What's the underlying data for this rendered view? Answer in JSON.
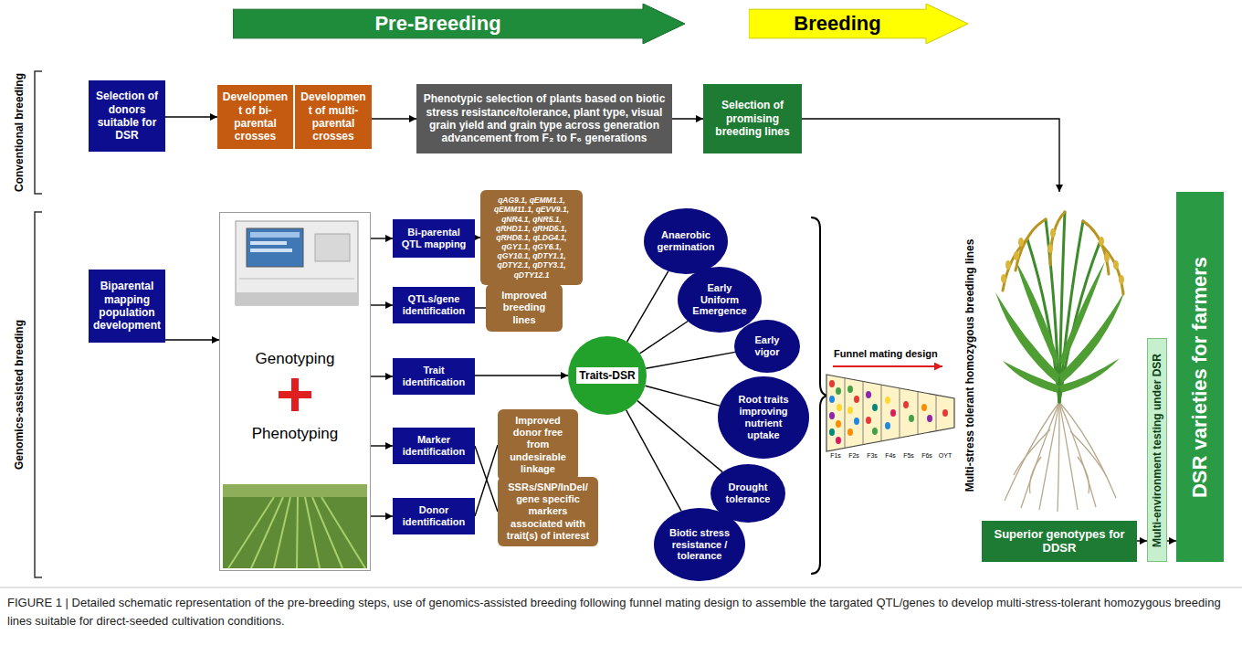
{
  "diagram": {
    "caption": "FIGURE 1 | Detailed schematic representation of the pre-breeding steps, use of genomics-assisted breeding following funnel mating design to assemble the targated QTL/genes to develop multi-stress-tolerant homozygous breeding lines suitable for direct-seeded cultivation conditions.",
    "nodes": [
      {
        "text": [
          "Pre-Breeding"
        ]
      },
      {
        "text": [
          "Breeding"
        ]
      },
      {
        "text": [
          "Selection of donors suitable for DSR"
        ]
      },
      {
        "text": [
          "Development of bi-parental crosses"
        ]
      },
      {
        "text": [
          "Development of multi-parental crosses"
        ]
      },
      {
        "text": [
          "Phenotypic selection of plants based on biotic stress resistance/tolerance, plant type, visual grain yield and grain type across generation advancement from F₂ to F₆ generations"
        ]
      },
      {
        "text": [
          "Selection of promising breeding lines"
        ]
      },
      {
        "text": [
          "Biparental mapping population development"
        ]
      },
      {
        "text": [
          "Genotyping",
          "Phenotyping"
        ]
      },
      {
        "text": [
          "Bi-parental QTL mapping"
        ]
      },
      {
        "text": [
          "qAG9.1, qEMM1.1, qEMM11.1, qEVV9.1, qNR4.1, qNR5.1, qRHD1.1, qRHD5.1, qRHD8.1, qLDG4.1, qGY1.1, qGY6.1, qGY10.1, qDTY1.1, qDTY2.1, qDTY3.1, qDTY12.1"
        ]
      },
      {
        "text": [
          "QTLs/gene identification"
        ]
      },
      {
        "text": [
          "Improved breeding lines"
        ]
      },
      {
        "text": [
          "Trait identification"
        ]
      },
      {
        "text": [
          "Traits-DSR"
        ]
      },
      {
        "text": [
          "Marker identification"
        ]
      },
      {
        "text": [
          "Improved donor free from undesirable linkage"
        ]
      },
      {
        "text": [
          "Donor identification"
        ]
      },
      {
        "text": [
          "SSRs/SNP/InDel/ gene specific markers associated with trait(s) of interest"
        ]
      },
      {
        "text": [
          "Anaerobic germination"
        ]
      },
      {
        "text": [
          "Early Uniform Emergence"
        ]
      },
      {
        "text": [
          "Early vigor"
        ]
      },
      {
        "text": [
          "Root traits improving nutrient uptake"
        ]
      },
      {
        "text": [
          "Drought tolerance"
        ]
      },
      {
        "text": [
          "Biotic stress resistance / tolerance"
        ]
      },
      {
        "text": [
          "Superior genotypes for DDSR"
        ]
      },
      {
        "text": [
          "Multi-environment testing under DSR"
        ]
      },
      {
        "text": [
          "DSR varieties for farmers"
        ]
      }
    ],
    "edges": [
      {
        "from": 2,
        "to": 3,
        "arrow": "to"
      },
      {
        "from": 4,
        "to": 5,
        "arrow": "to"
      },
      {
        "from": 5,
        "to": 6,
        "arrow": "to"
      },
      {
        "from": 6,
        "to": 25,
        "arrow": "to"
      },
      {
        "from": 7,
        "to": 8,
        "arrow": "to"
      },
      {
        "from": 8,
        "to": 9,
        "arrow": "to"
      },
      {
        "from": 8,
        "to": 11,
        "arrow": "to"
      },
      {
        "from": 8,
        "to": 13,
        "arrow": "to"
      },
      {
        "from": 8,
        "to": 15,
        "arrow": "to"
      },
      {
        "from": 8,
        "to": 17,
        "arrow": "to"
      },
      {
        "from": 9,
        "to": 10,
        "arrow": "to"
      },
      {
        "from": 11,
        "to": 12,
        "arrow": "none"
      },
      {
        "from": 13,
        "to": 14,
        "arrow": "to"
      },
      {
        "from": 15,
        "to": 18,
        "arrow": "none"
      },
      {
        "from": 17,
        "to": 16,
        "arrow": "none"
      },
      {
        "from": 14,
        "to": 19,
        "arrow": "none"
      },
      {
        "from": 14,
        "to": 20,
        "arrow": "none"
      },
      {
        "from": 14,
        "to": 21,
        "arrow": "none"
      },
      {
        "from": 14,
        "to": 22,
        "arrow": "none"
      },
      {
        "from": 14,
        "to": 23,
        "arrow": "none"
      },
      {
        "from": 14,
        "to": 24,
        "arrow": "none"
      },
      {
        "from": 25,
        "to": 26,
        "arrow": "to"
      },
      {
        "from": 26,
        "to": 27,
        "arrow": "to"
      }
    ],
    "labels": [
      "Conventional breeding",
      "Genomics-assisted breeding",
      "Funnel mating design",
      "F1s",
      "F2s",
      "F3s",
      "F4s",
      "F5s",
      "F6s",
      "OYT",
      "Multi-stress tolerant homozygous breeding lines"
    ]
  }
}
